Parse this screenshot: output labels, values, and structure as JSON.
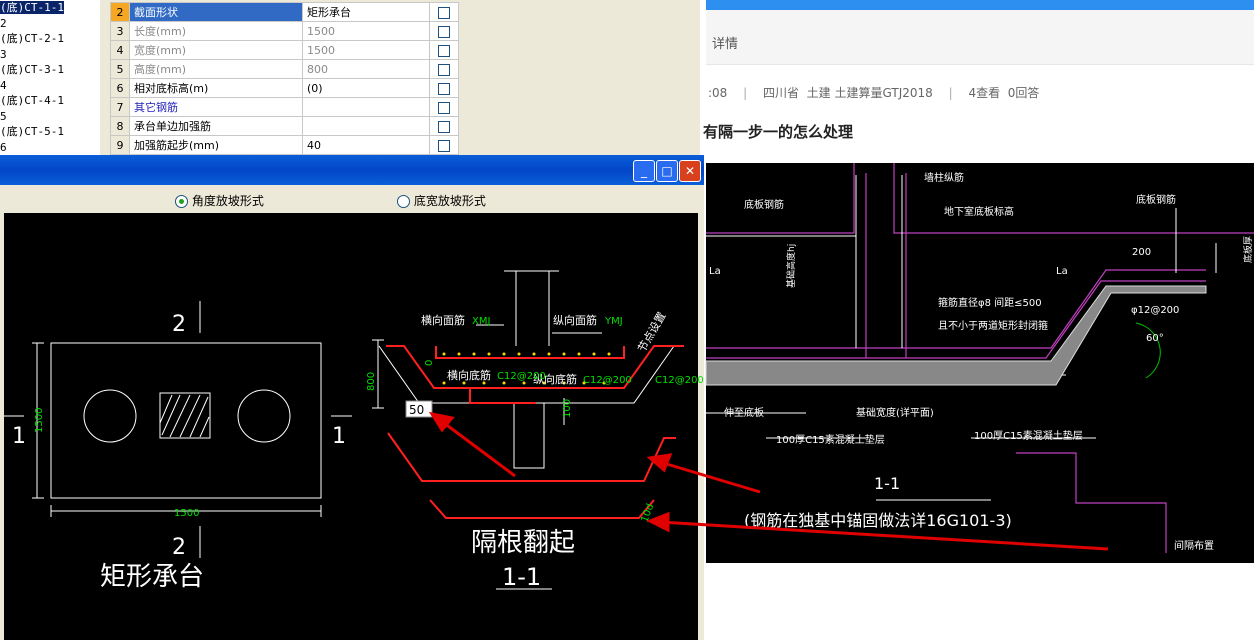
{
  "tree": {
    "items": [
      {
        "label": "(底)CT-1-1",
        "selected": true
      },
      {
        "label": "2",
        "selected": false
      },
      {
        "label": "(底)CT-2-1",
        "selected": false
      },
      {
        "label": "3",
        "selected": false
      },
      {
        "label": "(底)CT-3-1",
        "selected": false
      },
      {
        "label": "4",
        "selected": false
      },
      {
        "label": "(底)CT-4-1",
        "selected": false
      },
      {
        "label": "5",
        "selected": false
      },
      {
        "label": "(底)CT-5-1",
        "selected": false
      },
      {
        "label": "6",
        "selected": false
      }
    ]
  },
  "properties": {
    "rows": [
      {
        "num": "2",
        "name": "截面形状",
        "value": "矩形承台",
        "check": false,
        "style": "selected"
      },
      {
        "num": "3",
        "name": "长度(mm)",
        "value": "1500",
        "check": true,
        "style": "gray"
      },
      {
        "num": "4",
        "name": "宽度(mm)",
        "value": "1500",
        "check": true,
        "style": "gray"
      },
      {
        "num": "5",
        "name": "高度(mm)",
        "value": "800",
        "check": true,
        "style": "gray"
      },
      {
        "num": "6",
        "name": "相对底标高(m)",
        "value": "(0)",
        "check": true,
        "style": "normal"
      },
      {
        "num": "7",
        "name": "其它钢筋",
        "value": "",
        "check": false,
        "style": "blue"
      },
      {
        "num": "8",
        "name": "承台单边加强筋",
        "value": "",
        "check": true,
        "style": "normal"
      },
      {
        "num": "9",
        "name": "加强筋起步(mm)",
        "value": "40",
        "check": true,
        "style": "normal"
      }
    ]
  },
  "dialog": {
    "buttons": {
      "minimize": "_",
      "maximize": "□",
      "close": "✕"
    },
    "options": {
      "angle": "角度放坡形式",
      "width": "底宽放坡形式",
      "selected": "angle"
    },
    "plan": {
      "section_mark_top": "2",
      "section_mark_bottom": "2",
      "section_mark_left": "1",
      "section_mark_right": "1",
      "dim_width": "1500",
      "dim_height": "1500",
      "title": "矩形承台"
    },
    "section": {
      "label_top_trans": "横向面筋",
      "label_top_trans_val": "XMJ",
      "label_top_long": "纵向面筋",
      "label_top_long_val": "YMJ",
      "label_bot_trans": "横向底筋",
      "label_bot_trans_val": "C12@200",
      "label_bot_long": "纵向底筋",
      "label_bot_long_val": "C12@200",
      "label_side_val": "C12@200",
      "label_side": "节点设置",
      "dim_height": "800",
      "dim_cover": "0",
      "dim_100": "100",
      "input_value": "50",
      "dim_small": "10d",
      "caption_main": "隔根翻起",
      "caption_sub": "1-1"
    },
    "colors": {
      "rebar": "#ff2020",
      "dim": "#00e000",
      "line": "#ffffff",
      "arrow": "#e00000"
    }
  },
  "browser": {
    "tab_label": "详情",
    "meta": {
      "time": ":08",
      "region": "四川省",
      "category": "土建 土建算量GTJ2018",
      "views": "4查看",
      "answers": "0回答"
    },
    "question": "有隔一步一的怎么处理",
    "drawing": {
      "label_wall_rebar": "墙柱纵筋",
      "label_base_rebar_left": "底板钢筋",
      "label_base_rebar_right": "底板钢筋",
      "label_basement": "地下室底板标高",
      "label_la_left": "La",
      "label_la_right": "La",
      "label_200": "200",
      "label_slab_thick": "底板厚",
      "label_stirrup1": "箍筋直径φ8 间距≤500",
      "label_stirrup2": "且不小于两道矩形封闭箍",
      "label_anchor": "基础高度hj",
      "label_rebar": "φ12@200",
      "label_angle": "60°",
      "label_bottom1": "伸至底板",
      "label_bottom2": "基础宽度(详平面)",
      "label_cushion1": "100厚C15素混凝土垫层",
      "label_cushion2": "100厚C15素混凝土垫层",
      "label_section": "1-1",
      "label_note": "(钢筋在独基中锚固做法详16G101-3)",
      "label_spacing": "间隔布置"
    }
  }
}
